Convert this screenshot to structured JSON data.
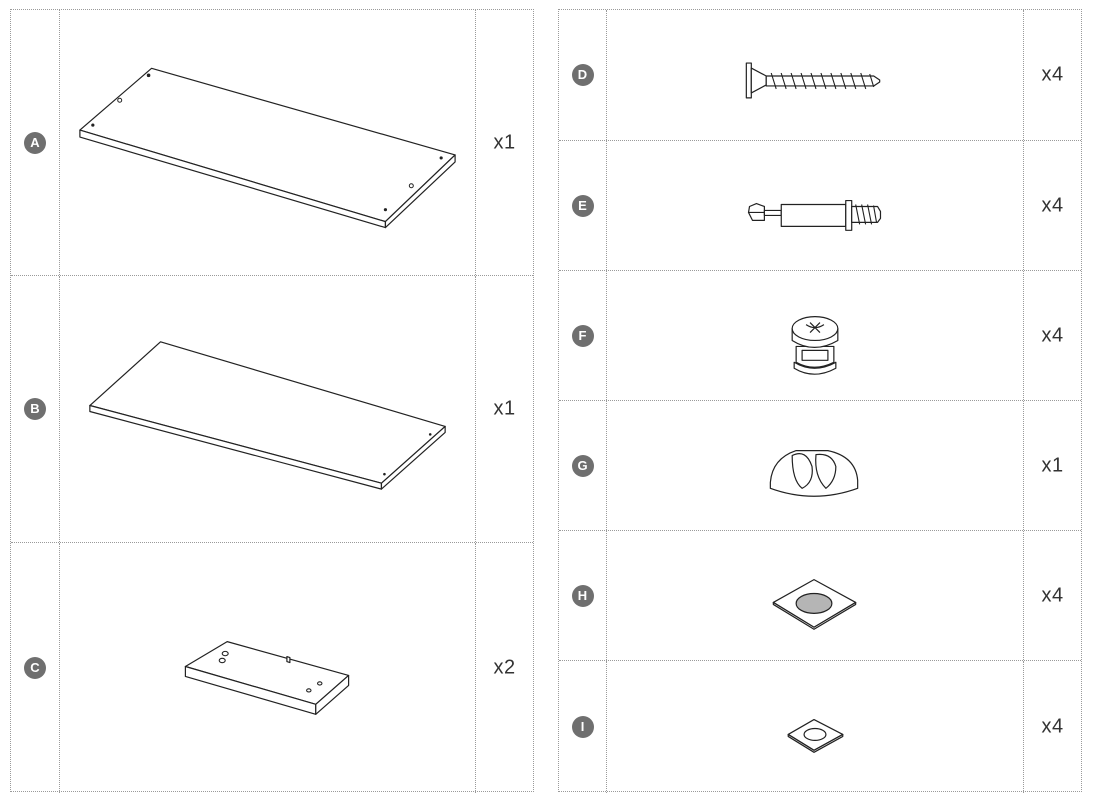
{
  "parts_left": [
    {
      "letter": "A",
      "quantity": "x1",
      "icon": "large-panel-icon"
    },
    {
      "letter": "B",
      "quantity": "x1",
      "icon": "shelf-board-icon"
    },
    {
      "letter": "C",
      "quantity": "x2",
      "icon": "small-block-icon"
    }
  ],
  "parts_right": [
    {
      "letter": "D",
      "quantity": "x4",
      "icon": "screw-icon"
    },
    {
      "letter": "E",
      "quantity": "x4",
      "icon": "cam-bolt-icon"
    },
    {
      "letter": "F",
      "quantity": "x4",
      "icon": "cam-lock-icon"
    },
    {
      "letter": "G",
      "quantity": "x1",
      "icon": "wrench-tool-icon"
    },
    {
      "letter": "H",
      "quantity": "x4",
      "icon": "large-pad-icon"
    },
    {
      "letter": "I",
      "quantity": "x4",
      "icon": "small-pad-icon"
    }
  ]
}
